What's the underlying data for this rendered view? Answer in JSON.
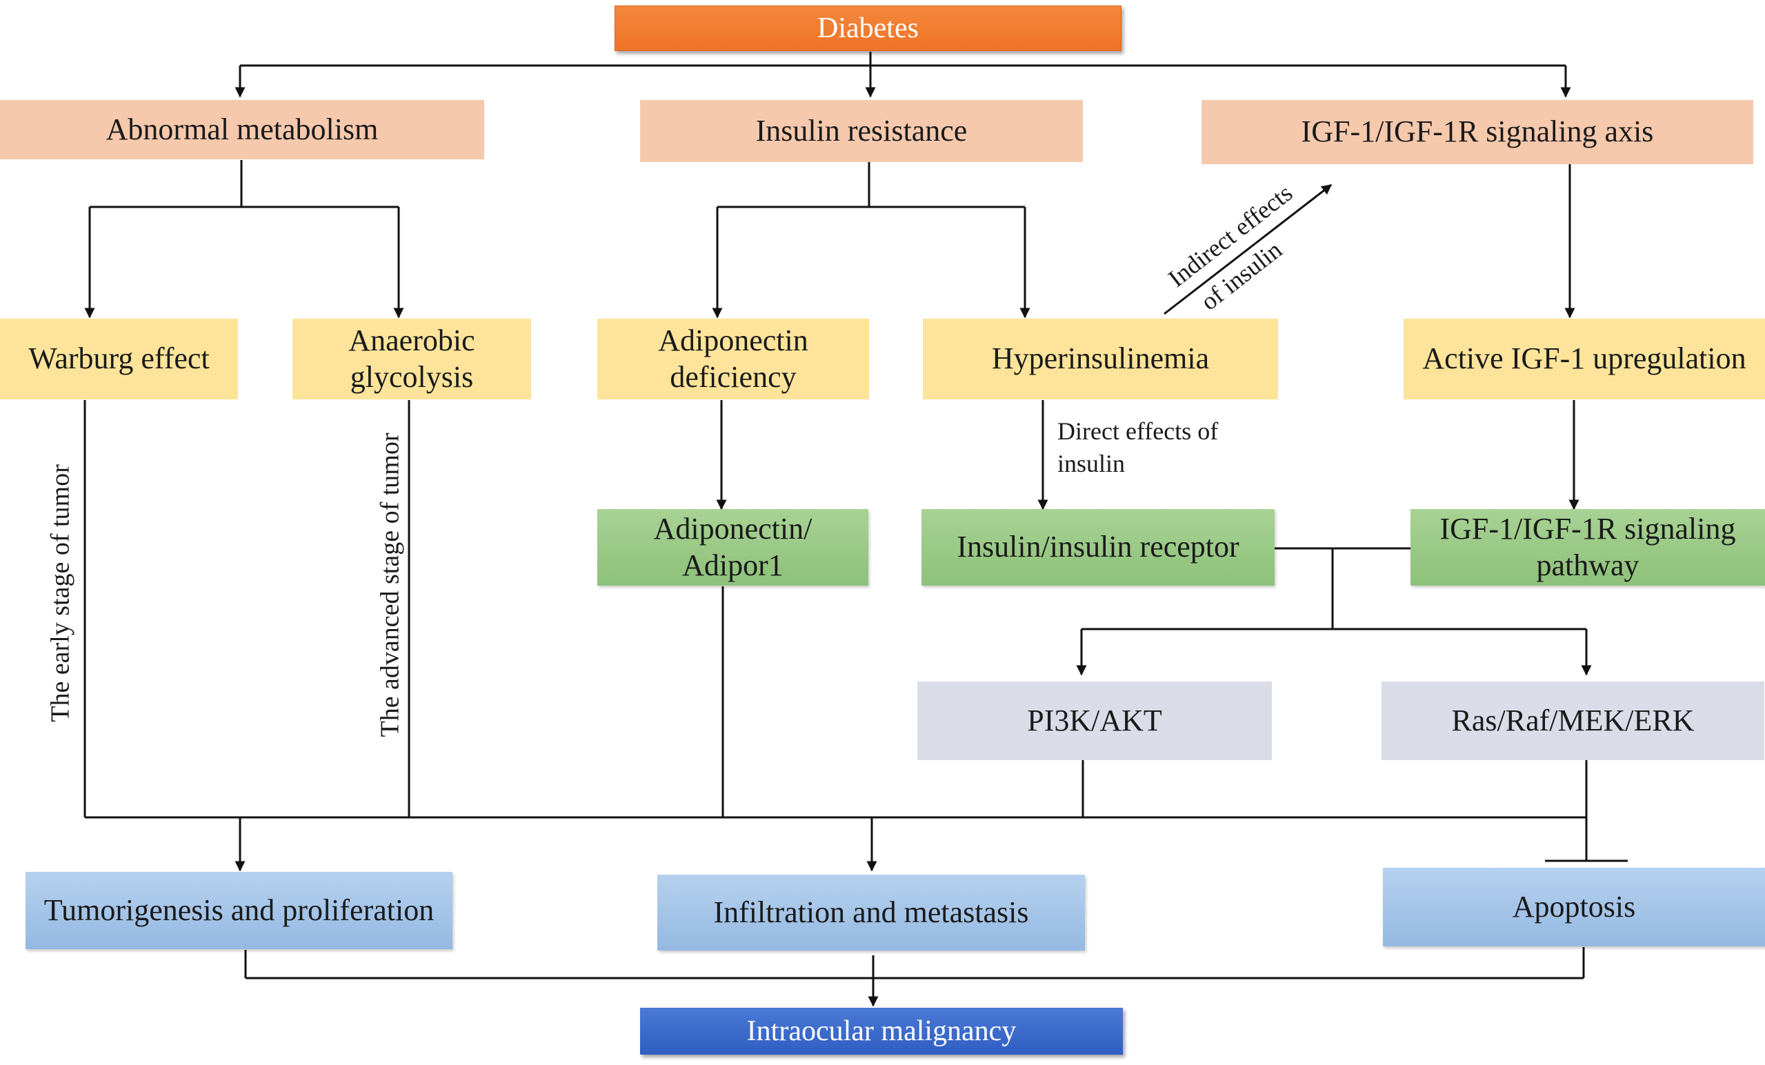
{
  "nodes": {
    "diabetes": "Diabetes",
    "abnormal_metabolism": "Abnormal metabolism",
    "insulin_resistance": "Insulin resistance",
    "igf_axis": "IGF-1/IGF-1R signaling axis",
    "warburg": "Warburg effect",
    "anaerobic": "Anaerobic\nglycolysis",
    "adiponectin_deficiency": "Adiponectin\ndeficiency",
    "hyperinsulinemia": "Hyperinsulinemia",
    "active_igf1": "Active IGF-1 upregulation",
    "adiponectin_adipor1": "Adiponectin/\nAdipor1",
    "insulin_receptor": "Insulin/insulin receptor",
    "igf_pathway": "IGF-1/IGF-1R signaling\npathway",
    "pi3k": "PI3K/AKT",
    "ras": "Ras/Raf/MEK/ERK",
    "tumorigenesis": "Tumorigenesis and proliferation",
    "infiltration": "Infiltration and metastasis",
    "apoptosis": "Apoptosis",
    "intraocular": "Intraocular malignancy"
  },
  "edge_labels": {
    "early_stage": "The early stage of tumor",
    "advanced_stage": "The advanced stage of tumor",
    "direct_effects": "Direct effects of\ninsulin",
    "indirect_line1": "Indirect effects",
    "indirect_line2": "of insulin"
  },
  "colors": {
    "top_node": "#ee7426",
    "category_node": "#f6c9ad",
    "mechanism_node": "#fde49a",
    "pathway_node": "#8dc179",
    "signal_node": "#dadde8",
    "outcome_node": "#94b9e2",
    "final_node": "#2f5ec2"
  }
}
